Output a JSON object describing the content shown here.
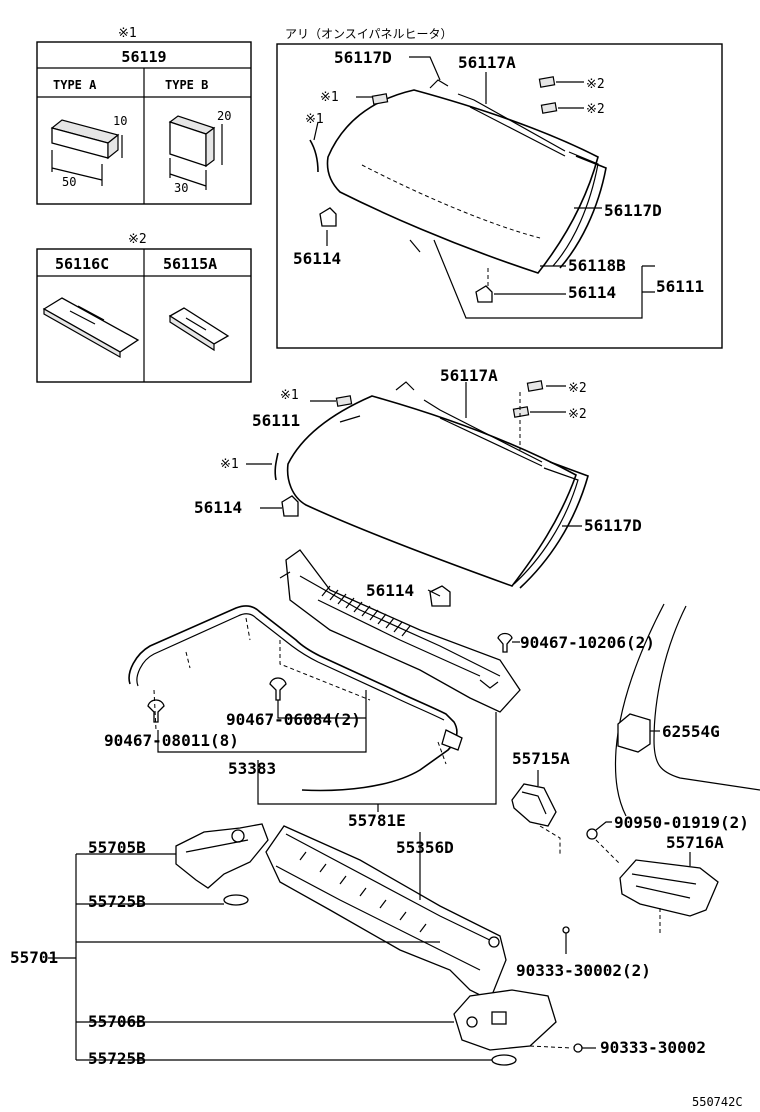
{
  "insets": {
    "spacer_box": {
      "note_mark": "※1",
      "part_no": "56119",
      "type_a_label": "TYPE  A",
      "type_b_label": "TYPE  B",
      "dim_a_height": "10",
      "dim_a_width": "50",
      "dim_b_height": "20",
      "dim_b_width": "30"
    },
    "pad_box": {
      "note_mark": "※2",
      "left_part_no": "56116C",
      "right_part_no": "56115A"
    },
    "heater_box": {
      "title": "アリ（オンスイパネルヒータ）",
      "labels": {
        "p56117D_top": "56117D",
        "p56117A": "56117A",
        "n2a": "※2",
        "n2b": "※2",
        "n1a": "※1",
        "n1b": "※1",
        "p56117D_side": "56117D",
        "p56114_left": "56114",
        "p56118B": "56118B",
        "p56114_bottom": "56114",
        "p56111": "56111"
      }
    }
  },
  "main": {
    "labels": {
      "p56117A": "56117A",
      "n2a": "※2",
      "n2b": "※2",
      "n1a": "※1",
      "p56111": "56111",
      "n1b": "※1",
      "p56114_left": "56114",
      "p56117D": "56117D",
      "p56114_mid": "56114",
      "p90467_10206": "90467-10206(2)",
      "p62554G": "62554G",
      "p90467_06084": "90467-06084(2)",
      "p90467_08011": "90467-08011(8)",
      "p53383": "53383",
      "p55715A": "55715A",
      "p55781E": "55781E",
      "p90950_01919": "90950-01919(2)",
      "p55705B": "55705B",
      "p55356D": "55356D",
      "p55716A": "55716A",
      "p55725B_top": "55725B",
      "p55701": "55701",
      "p90333_30002_2": "90333-30002(2)",
      "p55706B": "55706B",
      "p55725B_bottom": "55725B",
      "p90333_30002": "90333-30002"
    }
  },
  "footer": {
    "ref_code": "550742C"
  }
}
